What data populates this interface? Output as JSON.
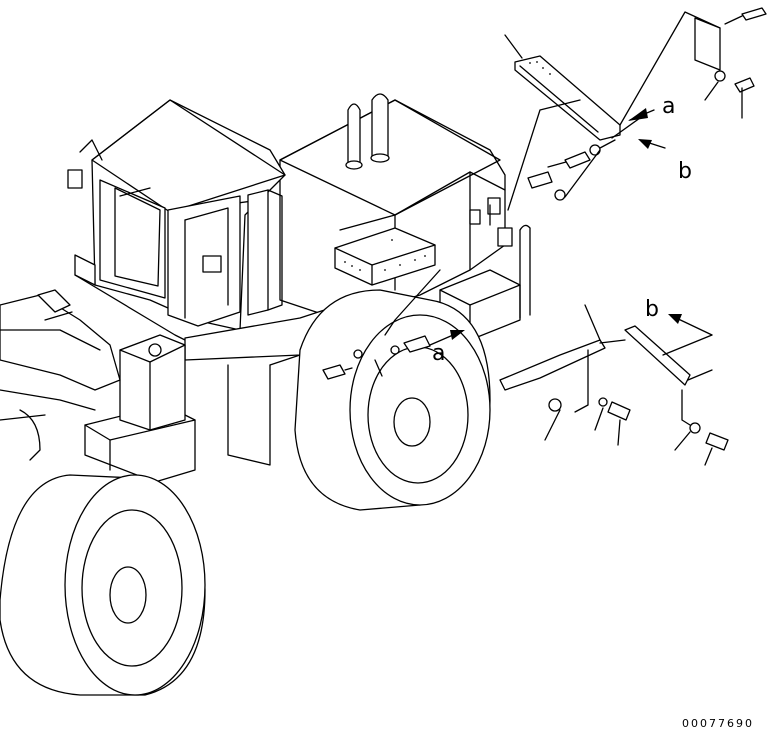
{
  "diagram": {
    "labels": {
      "a_upper": "a",
      "b_upper": "b",
      "a_lower": "a",
      "b_lower": "b"
    },
    "drawing_number": "00077690"
  }
}
